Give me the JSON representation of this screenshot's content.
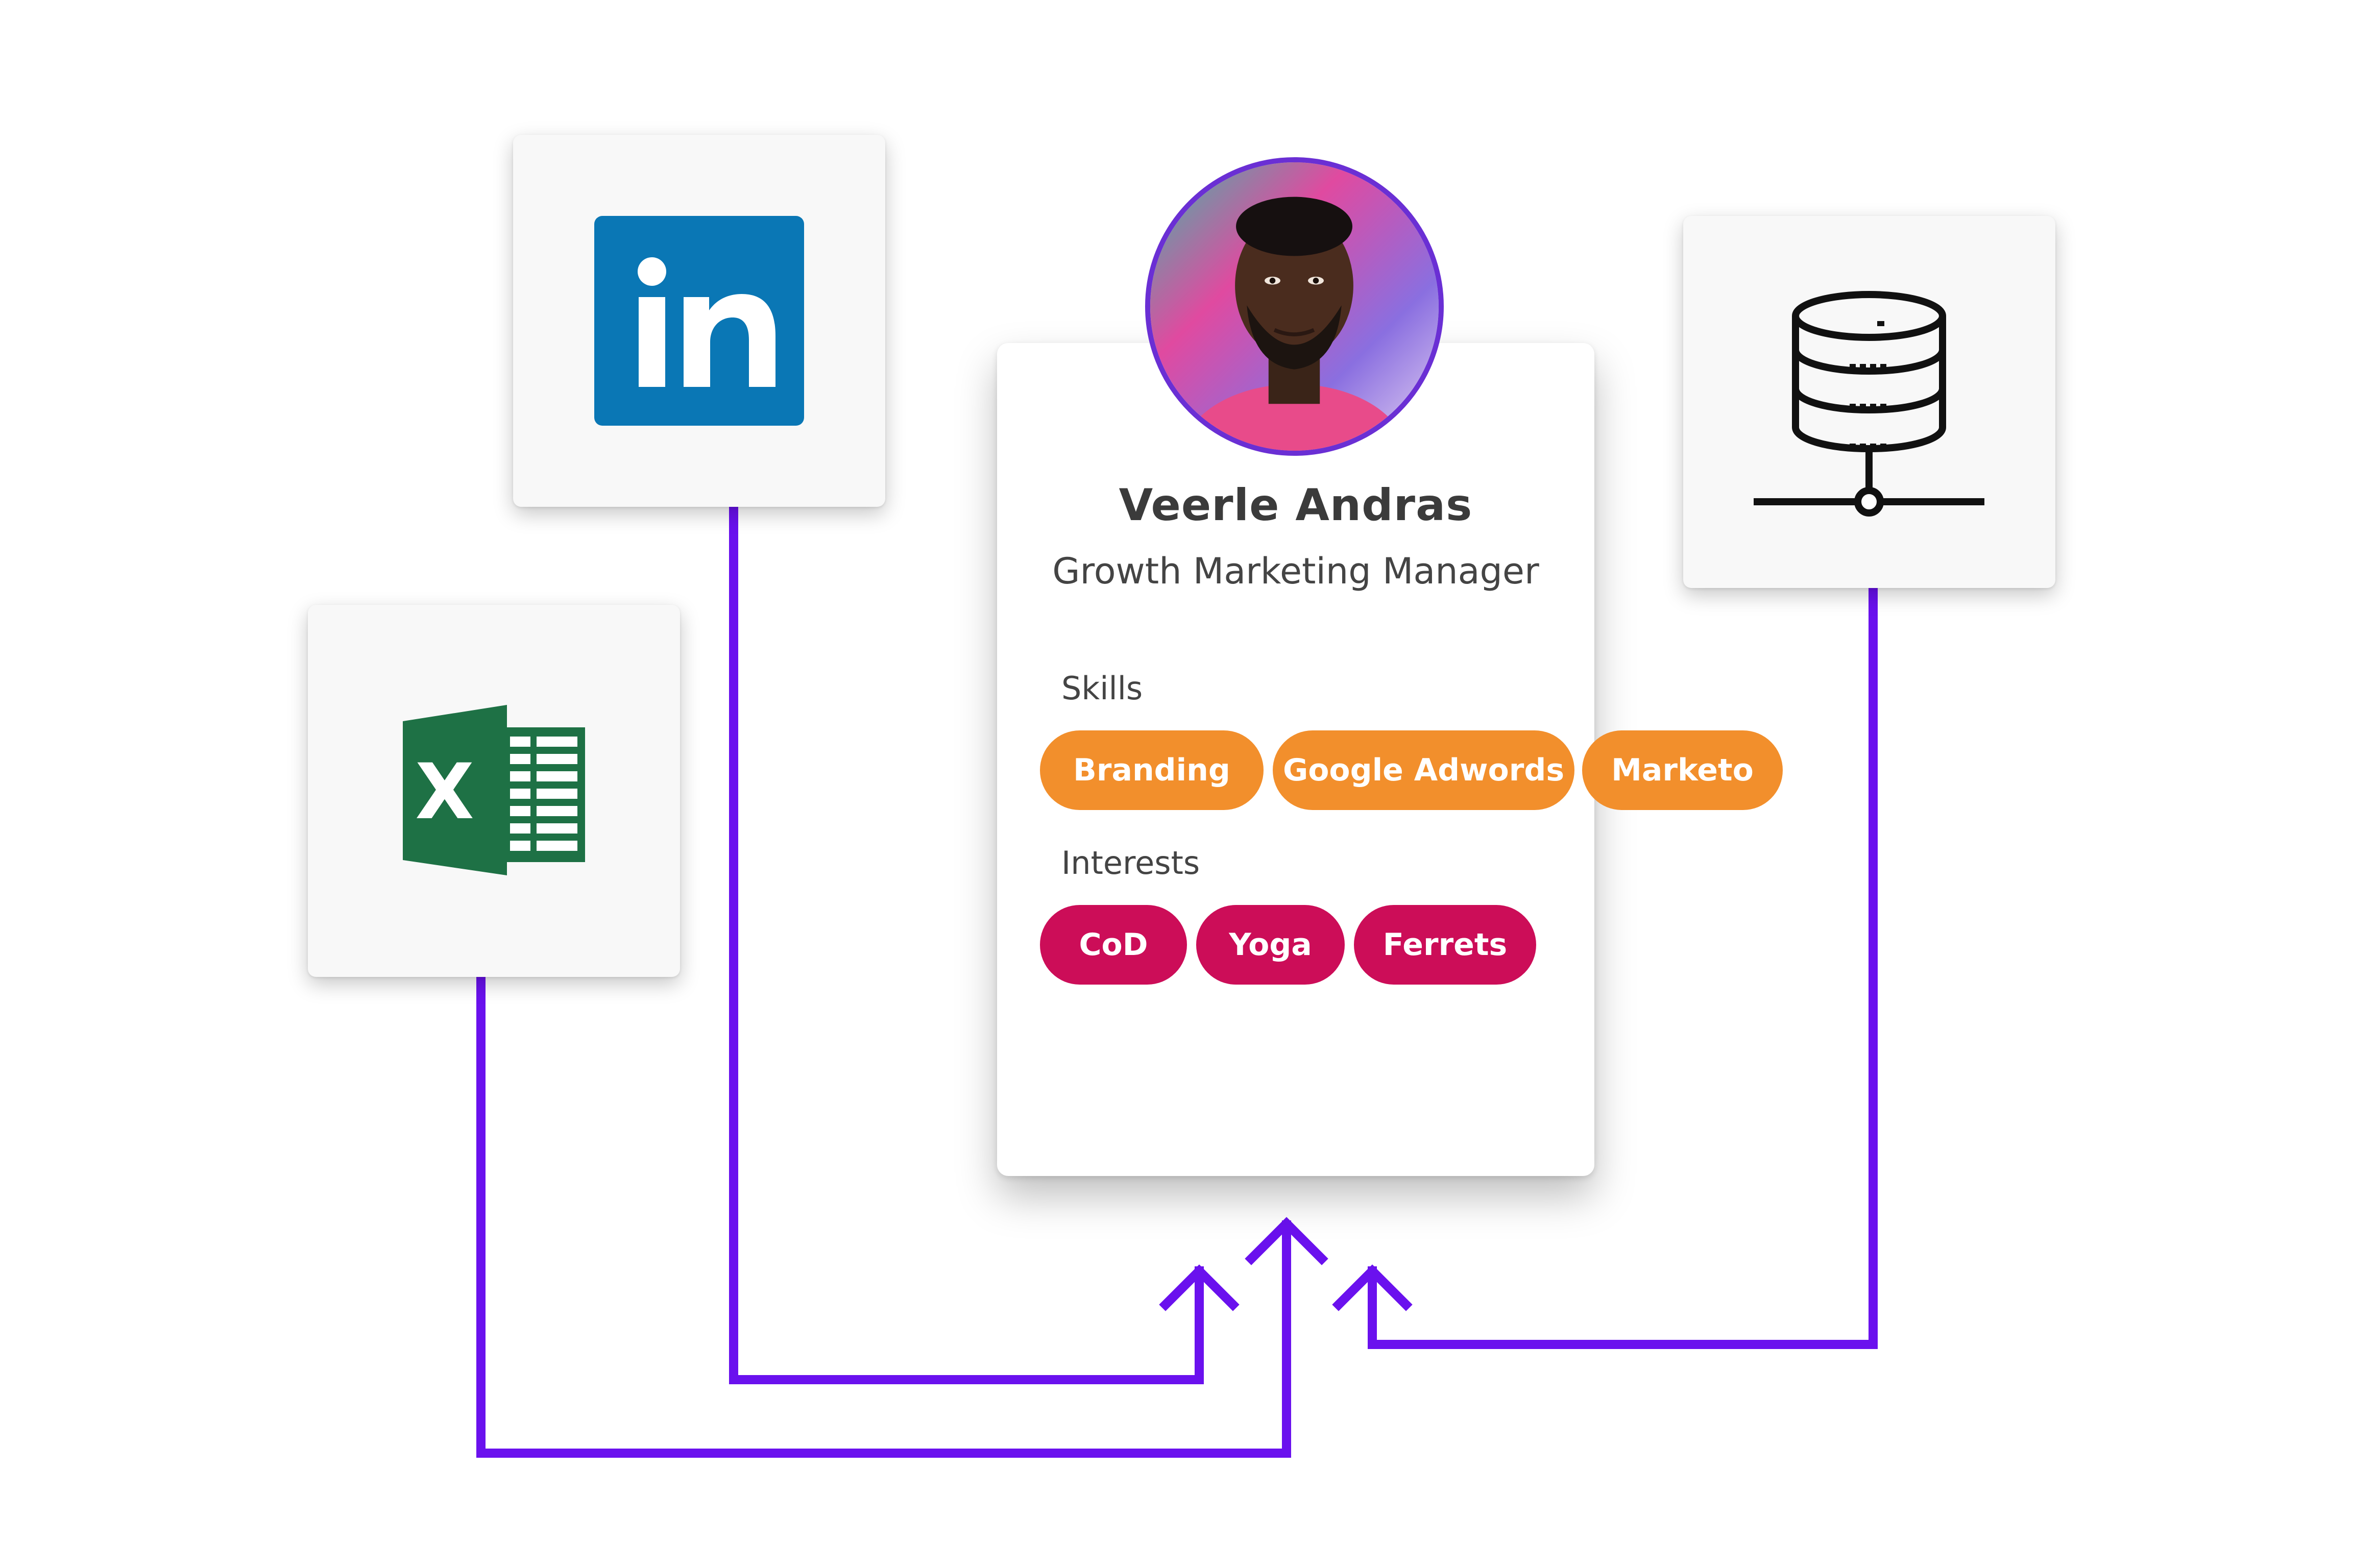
{
  "profile": {
    "name": "Veerle Andras",
    "role": "Growth Marketing Manager",
    "skills_label": "Skills",
    "skills": [
      "Branding",
      "Google Adwords",
      "Marketo"
    ],
    "interests_label": "Interests",
    "interests": [
      "CoD",
      "Yoga",
      "Ferrets"
    ]
  },
  "sources": [
    {
      "name": "linkedin-icon",
      "text": "in"
    },
    {
      "name": "excel-icon",
      "text": "X"
    },
    {
      "name": "database-server-icon"
    }
  ],
  "colors": {
    "connector": "#6a11ee",
    "skill_chip": "#f28f2c",
    "interest_chip": "#cc0d58",
    "linkedin_blue": "#0a77b5",
    "excel_green": "#1e7145",
    "avatar_ring": "#6a2fd4"
  }
}
